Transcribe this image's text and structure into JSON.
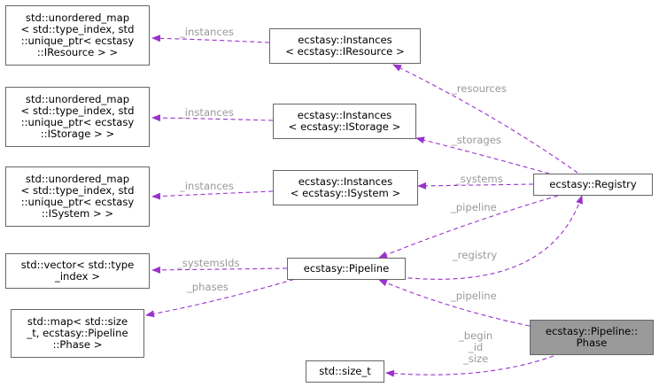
{
  "colors": {
    "edge": "#9a32cd",
    "label": "#9a9a9a",
    "highlight_fill": "#999999",
    "node_border": "#666666"
  },
  "nodes": {
    "map_iresource": "std::unordered_map\n< std::type_index, std\n::unique_ptr< ecstasy\n::IResource > >",
    "instances_iresource": "ecstasy::Instances\n< ecstasy::IResource >",
    "map_istorage": "std::unordered_map\n< std::type_index, std\n::unique_ptr< ecstasy\n::IStorage > >",
    "instances_istorage": "ecstasy::Instances\n< ecstasy::IStorage >",
    "map_isystem": "std::unordered_map\n< std::type_index, std\n::unique_ptr< ecstasy\n::ISystem > >",
    "instances_isystem": "ecstasy::Instances\n< ecstasy::ISystem >",
    "registry": "ecstasy::Registry",
    "vector_type_index": "std::vector< std::type\n_index >",
    "pipeline": "ecstasy::Pipeline",
    "map_phase": "std::map< std::size\n_t, ecstasy::Pipeline\n::Phase >",
    "phase": "ecstasy::Pipeline::\nPhase",
    "size_t": "std::size_t"
  },
  "edge_labels": {
    "instances_1": "_instances",
    "instances_2": "_instances",
    "instances_3": "_instances",
    "resources": "_resources",
    "storages": "_storages",
    "systems": "_systems",
    "pipeline_1": "_pipeline",
    "registry": "_registry",
    "systems_ids": "_systemsIds",
    "phases": "_phases",
    "pipeline_2": "_pipeline",
    "begin_id_size": "_begin\n_id\n_size"
  }
}
